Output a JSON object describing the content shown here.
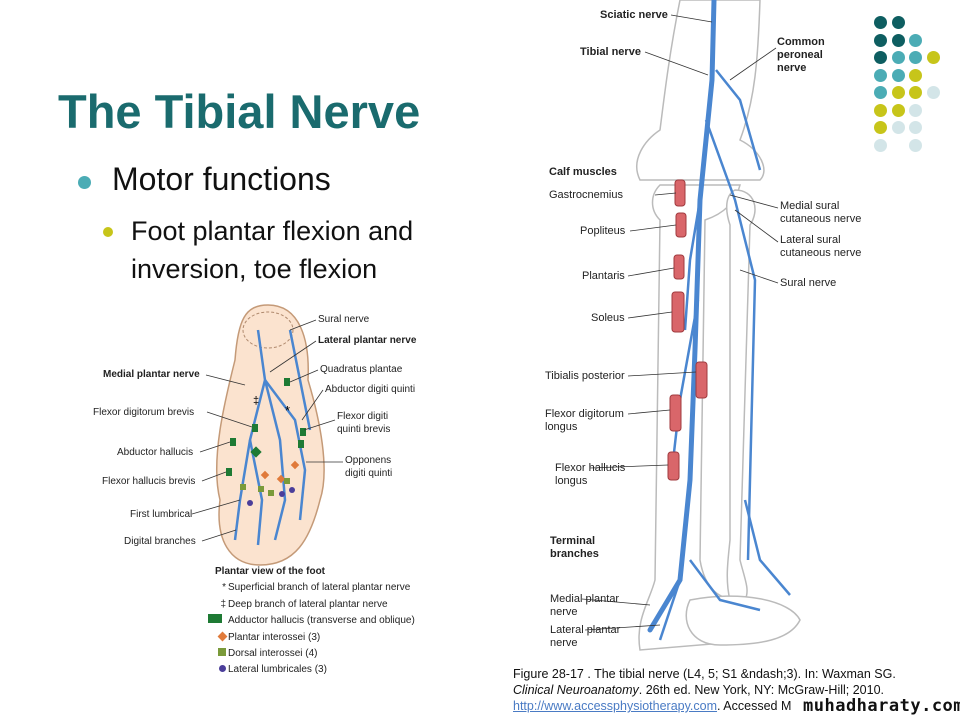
{
  "slide": {
    "title": "The Tibial Nerve",
    "bullet_1": "Motor functions",
    "bullet_1_1": "Foot plantar flexion and inversion, toe flexion"
  },
  "leg_figure": {
    "left_labels": [
      "Sciatic nerve",
      "Tibial nerve",
      "Calf muscles",
      "Gastrocnemius",
      "Popliteus",
      "Plantaris",
      "Soleus",
      "Tibialis posterior",
      "Flexor digitorum longus",
      "Flexor hallucis longus",
      "Terminal branches",
      "Medial plantar nerve",
      "Lateral plantar nerve"
    ],
    "right_labels": [
      "Common peroneal nerve",
      "Medial sural cutaneous nerve",
      "Lateral sural cutaneous nerve",
      "Sural nerve"
    ]
  },
  "foot_figure": {
    "labels": [
      "Sural nerve",
      "Lateral plantar nerve",
      "Medial plantar nerve",
      "Quadratus plantae",
      "Abductor digiti quinti",
      "Flexor digitorum brevis",
      "Flexor digiti quinti brevis",
      "Abductor hallucis",
      "Opponens digiti quinti",
      "Flexor hallucis brevis",
      "First lumbrical",
      "Digital branches"
    ],
    "legend_title": "Plantar view of the foot",
    "legend": [
      {
        "symbol": "*",
        "label": "Superficial branch of lateral plantar nerve"
      },
      {
        "symbol": "‡",
        "label": "Deep branch of lateral plantar nerve"
      },
      {
        "symbol": "green-squares",
        "label": "Adductor hallucis (transverse and oblique)",
        "color": "#1e7a34"
      },
      {
        "symbol": "orange-diamond",
        "label": "Plantar interossei (3)",
        "color": "#e07a3a"
      },
      {
        "symbol": "olive-square",
        "label": "Dorsal interossei (4)",
        "color": "#7a9a3a"
      },
      {
        "symbol": "purple-circle",
        "label": "Lateral lumbricales (3)",
        "color": "#4b3e9a"
      }
    ]
  },
  "caption": {
    "line1": "Figure 28-17 . The tibial nerve (L4, 5; S1 &ndash;3). In: Waxman SG.",
    "line2_italic": "Clinical Neuroanatomy",
    "line2_rest": ". 26th ed. New York, NY: McGraw-Hill; 2010.",
    "link": "http://www.accessphysiotherapy.com",
    "line3_rest": ". Accessed M"
  },
  "watermark": "muhadharaty.com",
  "colors": {
    "title": "#1a6b6e",
    "nerve": "#4a86d0",
    "muscle": "#d9666a",
    "dark_teal": "#0e5e61",
    "teal": "#4bacb5",
    "yellow": "#c7c51a",
    "light": "#d3e5e8"
  }
}
